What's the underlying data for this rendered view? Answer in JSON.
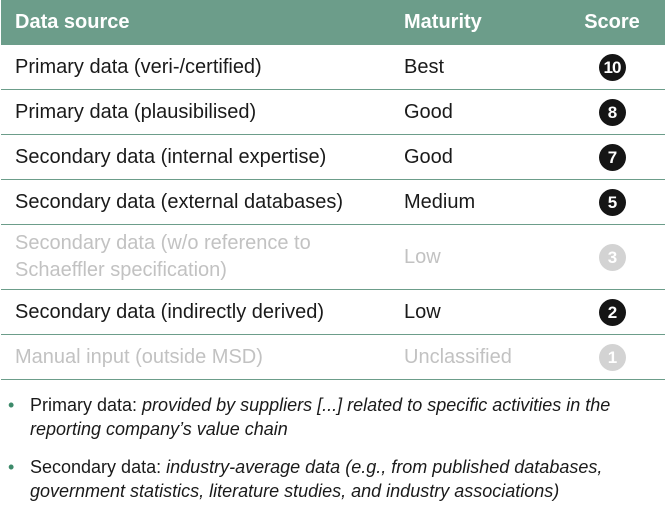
{
  "table": {
    "headers": [
      "Data source",
      "Maturity",
      "Score"
    ],
    "rows": [
      {
        "source": "Primary data (veri-/certified)",
        "maturity": "Best",
        "score": "10",
        "muted": false
      },
      {
        "source": "Primary data (plausibilised)",
        "maturity": "Good",
        "score": "8",
        "muted": false
      },
      {
        "source": "Secondary data (internal expertise)",
        "maturity": "Good",
        "score": "7",
        "muted": false
      },
      {
        "source": "Secondary data (external databases)",
        "maturity": "Medium",
        "score": "5",
        "muted": false
      },
      {
        "source": "Secondary data (w/o reference to Schaeffler specification)",
        "maturity": "Low",
        "score": "3",
        "muted": true
      },
      {
        "source": "Secondary data (indirectly derived)",
        "maturity": "Low",
        "score": "2",
        "muted": false
      },
      {
        "source": "Manual input (outside MSD)",
        "maturity": "Unclassified",
        "score": "1",
        "muted": true
      }
    ]
  },
  "notes": [
    {
      "bullet": "•",
      "lead": "Primary data: ",
      "text": "provided by suppliers [...] related to specific activities in the reporting company’s value chain"
    },
    {
      "bullet": "•",
      "lead": "Secondary data: ",
      "text": "industry-average data (e.g., from published databases, government statistics, literature studies, and industry associations)"
    }
  ],
  "colors": {
    "header_bg": "#6c9d8a",
    "badge_dark": "#151515",
    "badge_muted": "#d3d3d3",
    "muted_text": "#c2c2c2",
    "bullet": "#3c8a6a"
  }
}
